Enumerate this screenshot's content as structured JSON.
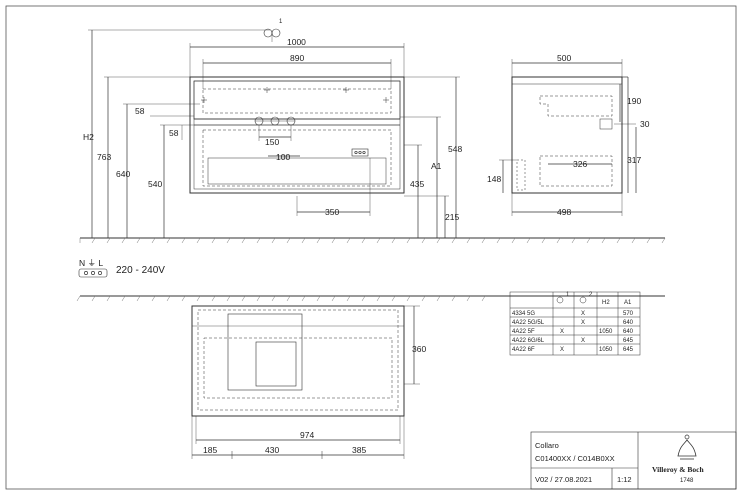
{
  "drawing": {
    "front_dims": {
      "balloon": "1",
      "width_overall": "1000",
      "width_inner": "890",
      "h2": "H2",
      "h763": "763",
      "h640": "640",
      "h540": "540",
      "d58_top": "58",
      "d58_low": "58",
      "d150": "150",
      "d100": "100",
      "d350": "350",
      "h548": "548",
      "a1": "A1",
      "h435": "435",
      "h215": "215"
    },
    "side_dims": {
      "d500": "500",
      "d190": "190",
      "d30": "30",
      "d326": "326",
      "d317": "317",
      "d148": "148",
      "d498": "498"
    },
    "electrical": {
      "symbol": "N ⏚ L",
      "voltage": "220 - 240V"
    },
    "top_dims": {
      "h360": "360",
      "d974": "974",
      "d185": "185",
      "d430": "430",
      "d385": "385"
    }
  },
  "variants_table": {
    "headers": [
      "",
      "1",
      "2",
      "H2",
      "A1"
    ],
    "rows": [
      [
        "4334 5G",
        "",
        "X",
        "",
        "570"
      ],
      [
        "4A22 5G/5L",
        "",
        "X",
        "",
        "640"
      ],
      [
        "4A22 5F",
        "X",
        "",
        "1050",
        "640"
      ],
      [
        "4A22 6G/6L",
        "",
        "X",
        "",
        "645"
      ],
      [
        "4A22 6F",
        "X",
        "",
        "1050",
        "645"
      ]
    ]
  },
  "title_block": {
    "series": "Collaro",
    "codes": "C01400XX / C014B0XX",
    "version": "V02 / 27.08.2021",
    "scale": "1:12",
    "brand": "Villeroy & Boch",
    "brand_year": "1748"
  }
}
